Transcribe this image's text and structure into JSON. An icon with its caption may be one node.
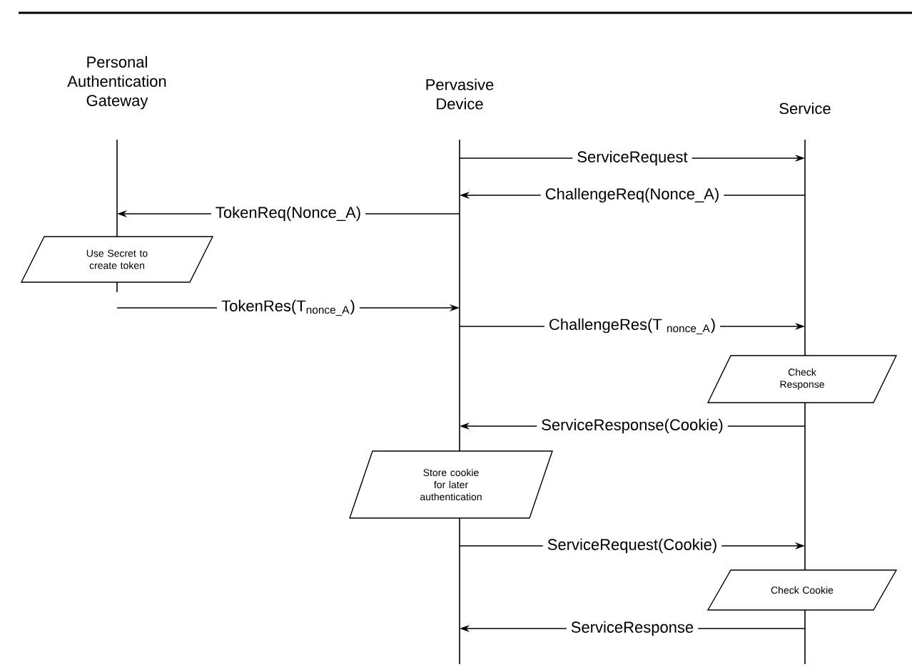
{
  "diagram": {
    "nodes": [
      {
        "text": [
          "Personal Authentication Gateway"
        ]
      },
      {
        "text": [
          "Pervasive Device"
        ]
      },
      {
        "text": [
          "Service"
        ]
      },
      {
        "text": [
          "Use Secret to create token"
        ]
      },
      {
        "text": [
          "Check Response"
        ]
      },
      {
        "text": [
          "Store cookie for later authentication"
        ]
      },
      {
        "text": [
          "Check Cookie"
        ]
      }
    ],
    "edges": [
      {
        "from": 1,
        "to": 2,
        "arrow": "to",
        "label": "ServiceRequest"
      },
      {
        "from": 2,
        "to": 1,
        "arrow": "to",
        "label": "ChallengeReq(Nonce_A)"
      },
      {
        "from": 1,
        "to": 0,
        "arrow": "to",
        "label": "TokenReq(Nonce_A)"
      },
      {
        "from": 0,
        "to": 1,
        "arrow": "to",
        "label": "TokenRes(T$_{nonce_A}$)"
      },
      {
        "from": 1,
        "to": 2,
        "arrow": "to",
        "label": "ChallengeRes(T $_{nonce_A}$)"
      },
      {
        "from": 2,
        "to": 1,
        "arrow": "to",
        "label": "ServiceResponse(Cookie)"
      },
      {
        "from": 1,
        "to": 2,
        "arrow": "to",
        "label": "ServiceRequest(Cookie)"
      },
      {
        "from": 2,
        "to": 1,
        "arrow": "to",
        "label": "ServiceResponse"
      }
    ]
  }
}
